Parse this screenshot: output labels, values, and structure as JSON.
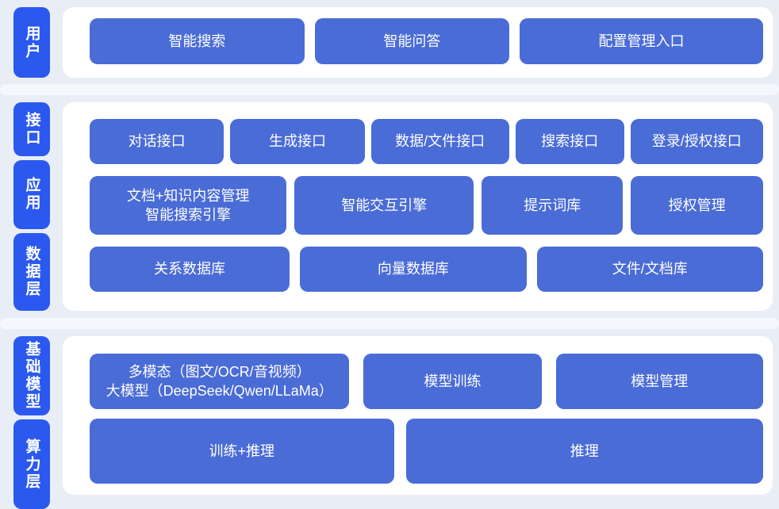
{
  "colors": {
    "page_bg": "#e9eef6",
    "divider": "#f4f8fc",
    "panel_bg": "#ffffff",
    "label_bg": "#2b59ef",
    "button_bg": "#4a6cd6",
    "text": "#ffffff"
  },
  "sections": [
    {
      "labels": [
        "用户"
      ],
      "rows": [
        [
          {
            "lines": [
              "智能搜索"
            ]
          },
          {
            "lines": [
              "智能问答"
            ]
          },
          {
            "lines": [
              "配置管理入口"
            ]
          }
        ]
      ]
    },
    {
      "labels": [
        "接口",
        "应用",
        "数据层"
      ],
      "rows": [
        [
          {
            "lines": [
              "对话接口"
            ]
          },
          {
            "lines": [
              "生成接口"
            ]
          },
          {
            "lines": [
              "数据/文件接口"
            ]
          },
          {
            "lines": [
              "搜索接口"
            ]
          },
          {
            "lines": [
              "登录/授权接口"
            ]
          }
        ],
        [
          {
            "lines": [
              "文档+知识内容管理",
              "智能搜索引擎"
            ]
          },
          {
            "lines": [
              "智能交互引擎"
            ]
          },
          {
            "lines": [
              "提示词库"
            ]
          },
          {
            "lines": [
              "授权管理"
            ]
          }
        ],
        [
          {
            "lines": [
              "关系数据库"
            ]
          },
          {
            "lines": [
              "向量数据库"
            ]
          },
          {
            "lines": [
              "文件/文档库"
            ]
          }
        ]
      ]
    },
    {
      "labels": [
        "基础模型",
        "算力层"
      ],
      "rows": [
        [
          {
            "lines": [
              "多模态（图文/OCR/音视频）",
              "大模型（DeepSeek/Qwen/LLaMa）"
            ]
          },
          {
            "lines": [
              "模型训练"
            ]
          },
          {
            "lines": [
              "模型管理"
            ]
          }
        ],
        [
          {
            "lines": [
              "训练+推理"
            ]
          },
          {
            "lines": [
              "推理"
            ]
          }
        ]
      ]
    }
  ]
}
